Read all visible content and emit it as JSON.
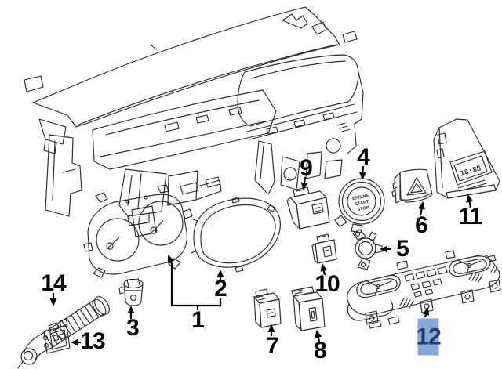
{
  "diagram": {
    "colors": {
      "paper": "#ffffff",
      "ink": "#2b2b2b",
      "callout-ink": "#000000",
      "highlight-fill": "#8ba7da",
      "highlight-text": "#1f3d7a"
    }
  },
  "callouts": [
    {
      "num": "1",
      "part": "instrument-cluster"
    },
    {
      "num": "2",
      "part": "cluster-bezel"
    },
    {
      "num": "3",
      "part": "bulb-socket"
    },
    {
      "num": "4",
      "part": "engine-start-stop-switch"
    },
    {
      "num": "5",
      "part": "ambient-sensor"
    },
    {
      "num": "6",
      "part": "hazard-switch"
    },
    {
      "num": "7",
      "part": "accessory-switch-a"
    },
    {
      "num": "8",
      "part": "usb-aux-port"
    },
    {
      "num": "9",
      "part": "accessory-switch-b"
    },
    {
      "num": "10",
      "part": "accessory-switch-c"
    },
    {
      "num": "11",
      "part": "dash-clock"
    },
    {
      "num": "12",
      "part": "climate-control-panel",
      "highlighted": true
    },
    {
      "num": "13",
      "part": "wiring-connector"
    },
    {
      "num": "14",
      "part": "flexible-conduit"
    }
  ],
  "texts": {
    "start_button_line1": "ENGINE",
    "start_button_line2": "START",
    "start_button_line3": "STOP",
    "clock_display": "18:88"
  }
}
